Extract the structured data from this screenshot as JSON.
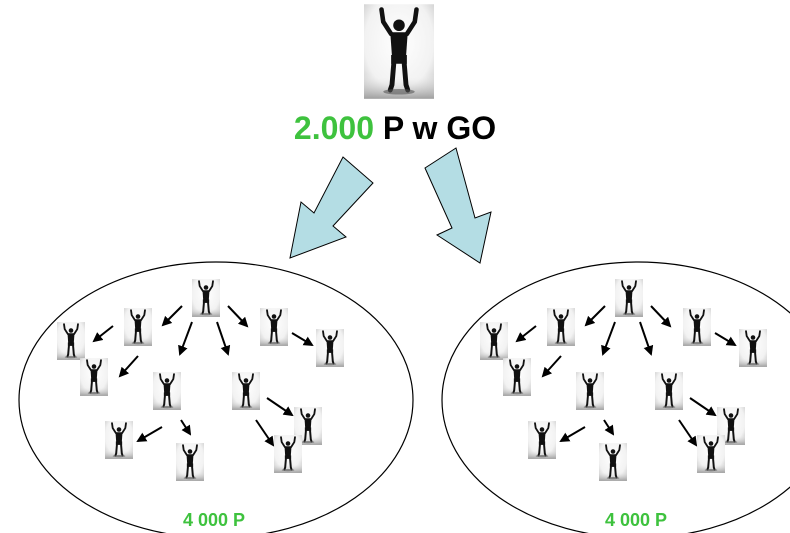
{
  "colors": {
    "accent_green": "#3ec23e",
    "arrow_fill": "#b4dde4",
    "figure": "#111111"
  },
  "headline": {
    "number": "2.000",
    "rest": " P w GO"
  },
  "clusters": [
    {
      "label": "4 000 P",
      "person_count": 12
    },
    {
      "label": "4 000 P",
      "person_count": 12
    }
  ],
  "icons": {
    "person": "person-arms-raised-icon",
    "big_arrow": "big-down-arrow-icon",
    "small_arrow": "small-arrow-icon"
  }
}
